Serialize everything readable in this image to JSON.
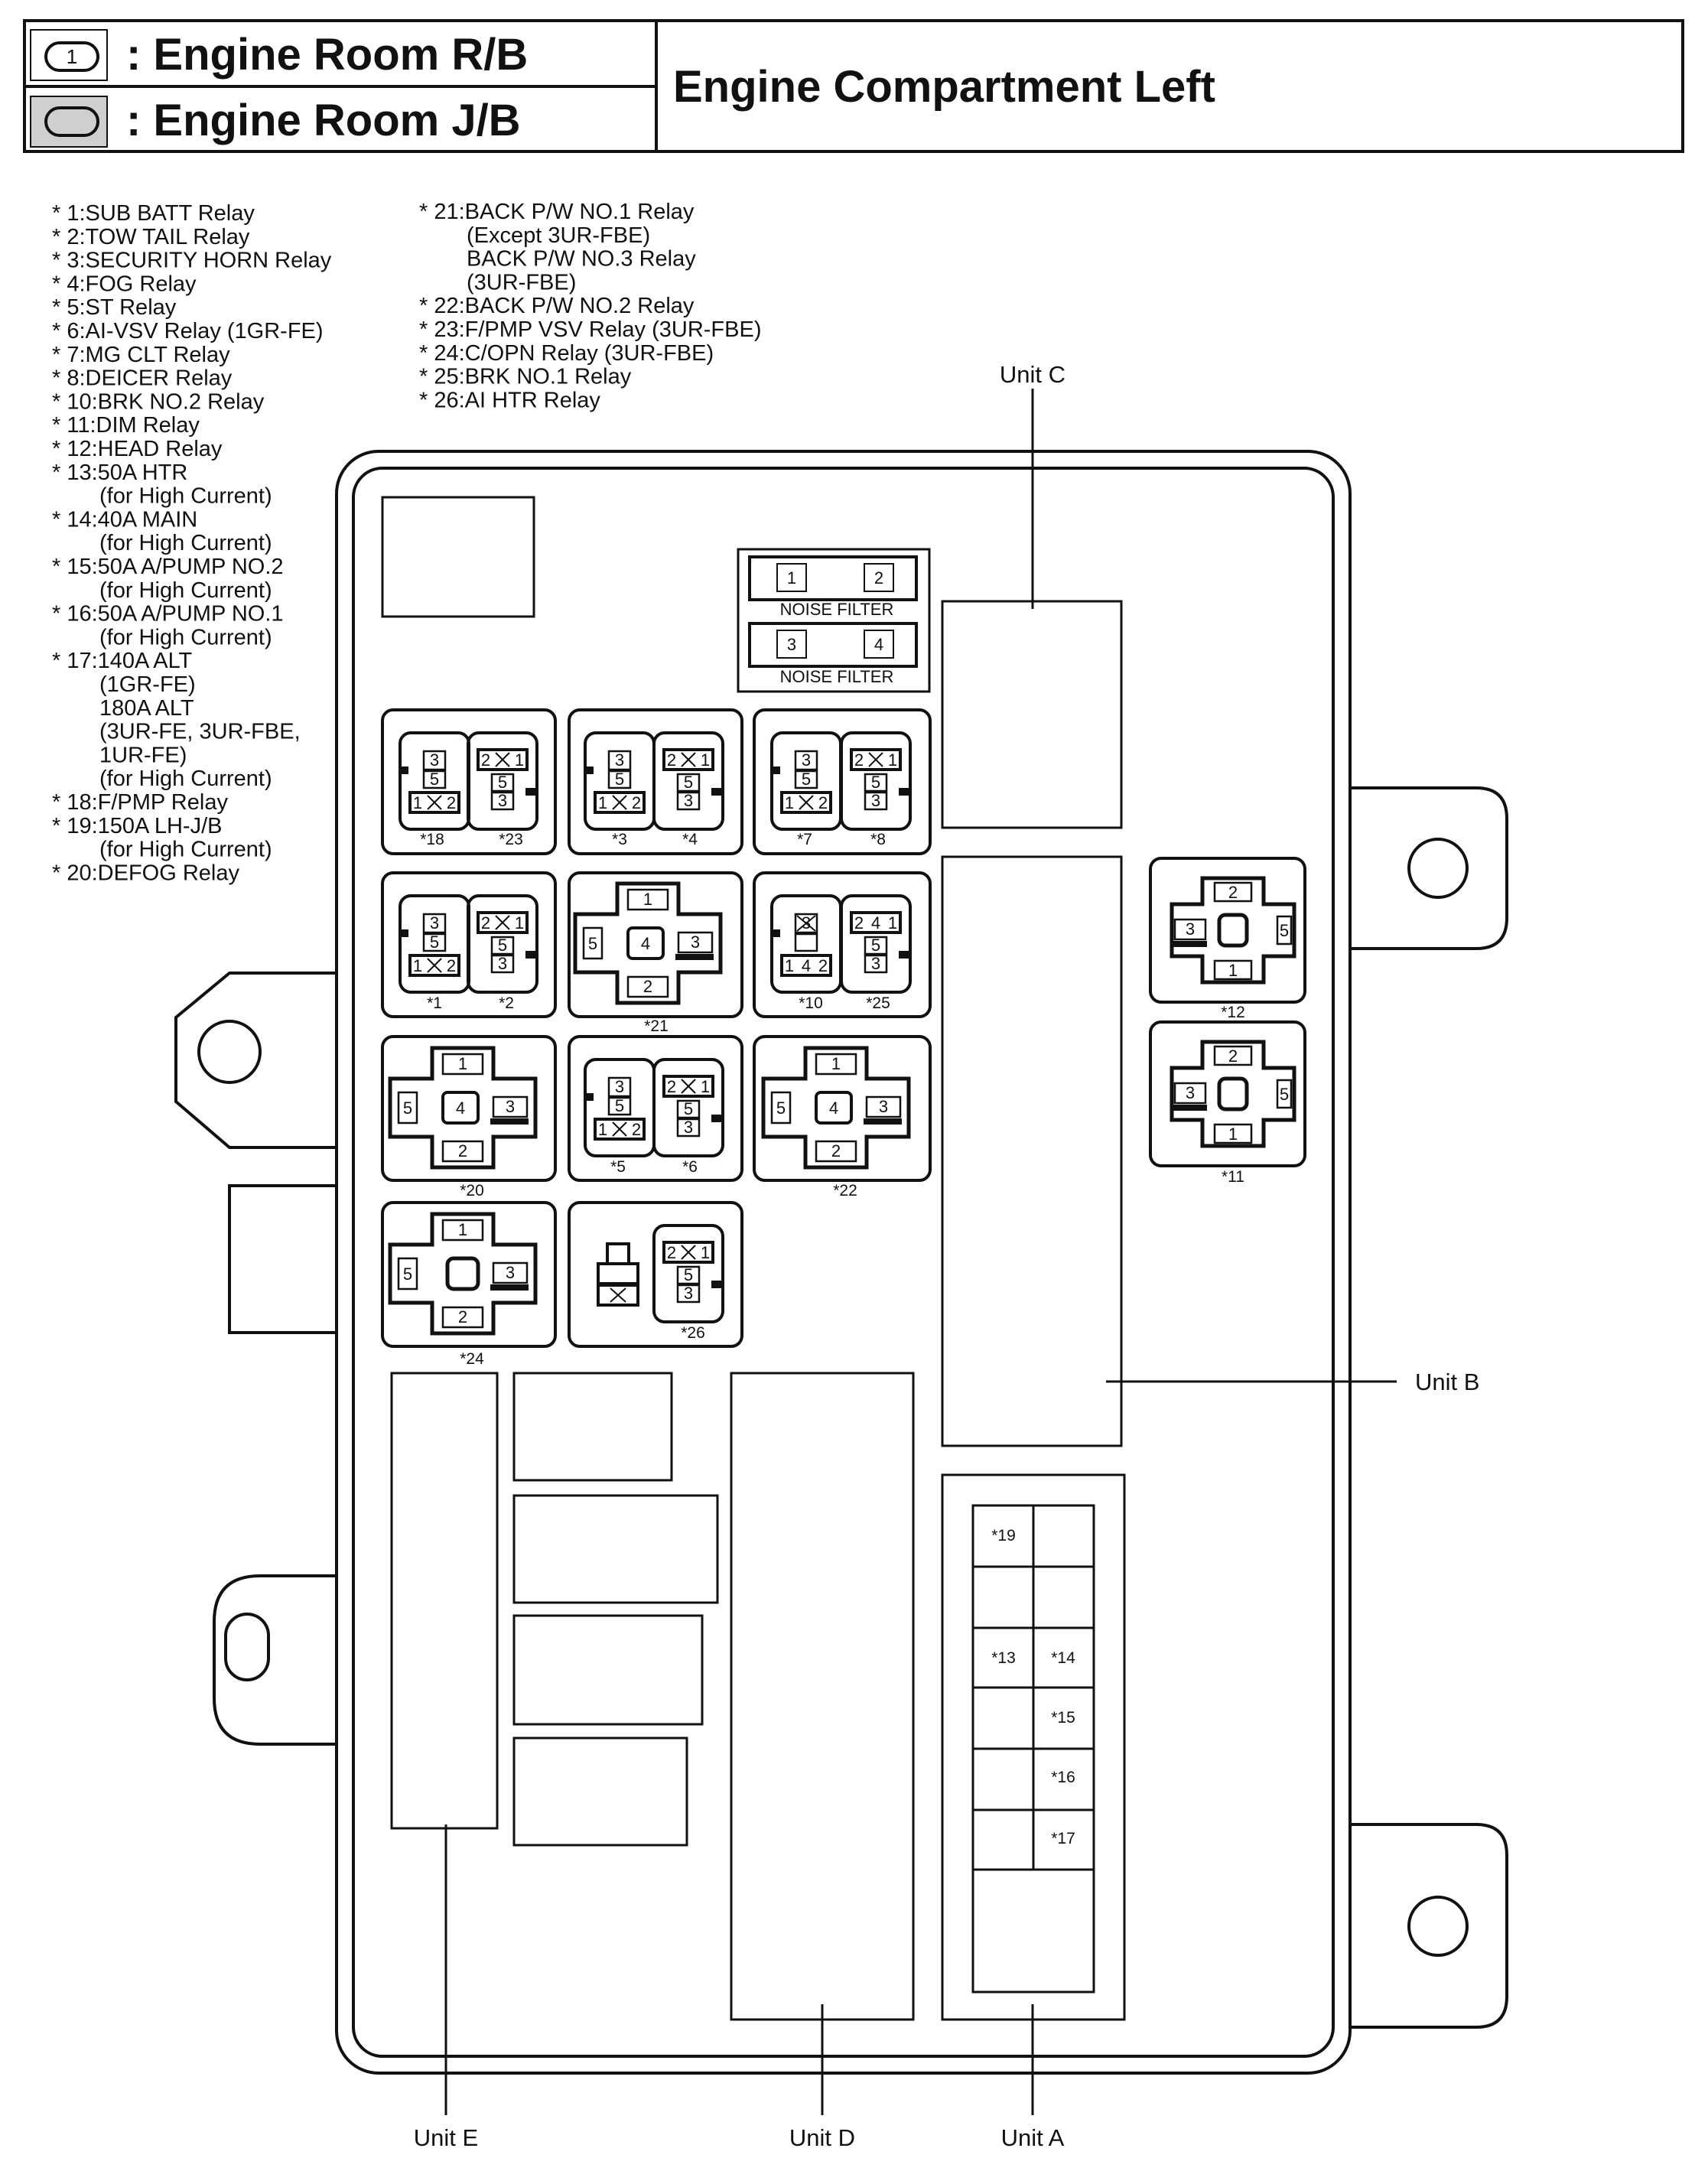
{
  "header": {
    "legend_rb_num": "1",
    "legend_rb_text": ": Engine Room R/B",
    "legend_jb_text": ": Engine Room J/B",
    "title": "Engine Compartment Left"
  },
  "legend_left": [
    "* 1:SUB BATT Relay",
    "* 2:TOW TAIL Relay",
    "* 3:SECURITY HORN Relay",
    "* 4:FOG Relay",
    "* 5:ST Relay",
    "* 6:AI-VSV Relay (1GR-FE)",
    "* 7:MG CLT Relay",
    "* 8:DEICER Relay",
    "* 10:BRK NO.2 Relay",
    "* 11:DIM Relay",
    "* 12:HEAD Relay",
    "* 13:50A HTR",
    "(for High Current)",
    "* 14:40A MAIN",
    "(for High Current)",
    "* 15:50A A/PUMP NO.2",
    "(for High Current)",
    "* 16:50A A/PUMP NO.1",
    "(for High Current)",
    "* 17:140A ALT",
    "(1GR-FE)",
    "180A ALT",
    "(3UR-FE, 3UR-FBE,",
    "1UR-FE)",
    "(for High Current)",
    "* 18:F/PMP Relay",
    "* 19:150A LH-J/B",
    "(for High Current)",
    "* 20:DEFOG Relay"
  ],
  "legend_right": [
    "* 21:BACK P/W NO.1 Relay",
    "(Except 3UR-FBE)",
    "BACK P/W NO.3 Relay",
    "(3UR-FBE)",
    "* 22:BACK P/W NO.2 Relay",
    "* 23:F/PMP VSV Relay (3UR-FBE)",
    "* 24:C/OPN Relay (3UR-FBE)",
    "* 25:BRK NO.1 Relay",
    "* 26:AI HTR Relay"
  ],
  "units": {
    "a": "Unit A",
    "b": "Unit B",
    "c": "Unit C",
    "d": "Unit D",
    "e": "Unit E"
  },
  "noise_filter": {
    "label": "NOISE FILTER",
    "pins": [
      "1",
      "2",
      "3",
      "4"
    ]
  },
  "small_relay_pins": {
    "top": "3",
    "mid": "5",
    "bl": "1",
    "br": "2",
    "nine_top_l": "2",
    "nine_top_r": "1",
    "nine_mid": "5",
    "nine_bot": "3",
    "four": "4"
  },
  "cross_relay_pins": {
    "top": "1",
    "left": "5",
    "center": "4",
    "right": "3",
    "bottom": "2"
  },
  "side_relay_pins": {
    "top": "2",
    "left": "3",
    "right": "5",
    "bottom": "1"
  },
  "relay_tags": {
    "r18": "*18",
    "r23": "*23",
    "r3": "*3",
    "r4": "*4",
    "r7": "*7",
    "r8": "*8",
    "r1": "*1",
    "r2": "*2",
    "r21": "*21",
    "r10": "*10",
    "r25": "*25",
    "r20": "*20",
    "r5": "*5",
    "r6": "*6",
    "r22": "*22",
    "r24": "*24",
    "r26": "*26",
    "r12": "*12",
    "r11": "*11"
  },
  "fuse_tags": {
    "f19": "*19",
    "f13": "*13",
    "f14": "*14",
    "f15": "*15",
    "f16": "*16",
    "f17": "*17"
  },
  "colors": {
    "line": "#111111",
    "jb_fill": "#cfcfcf"
  }
}
